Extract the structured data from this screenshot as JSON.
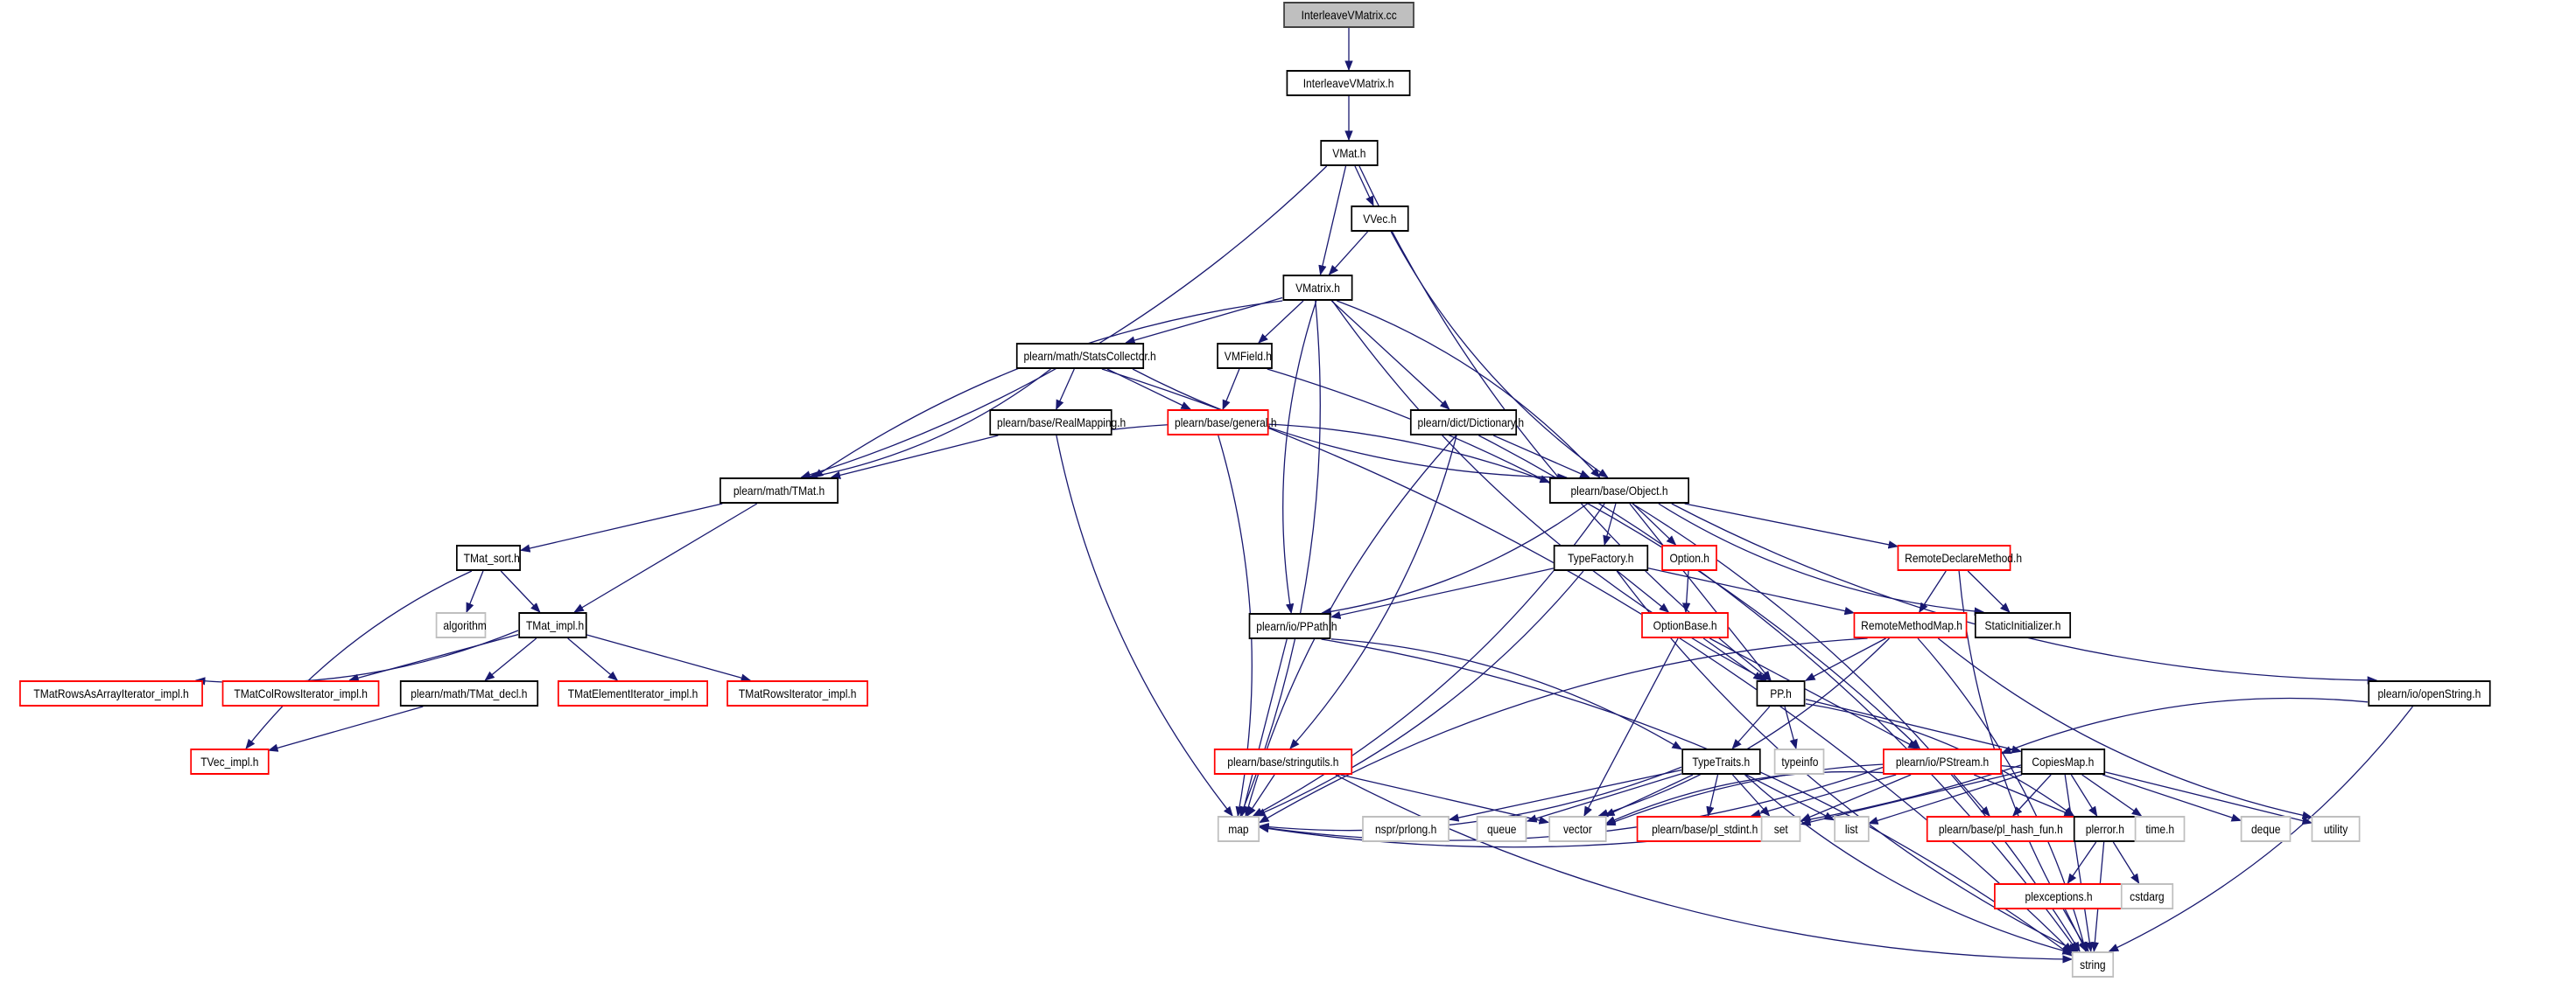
{
  "diagram": {
    "title": "Include dependency graph for InterleaveVMatrix.cc",
    "edge_color": "#191970",
    "legend_colors": {
      "root_fill": "#bfbfbf",
      "documented": "#000000",
      "undocumented": "#ff0000",
      "external": "#bfbfbf"
    },
    "nodes": [
      {
        "id": "root",
        "label": "InterleaveVMatrix.cc",
        "kind": "root"
      },
      {
        "id": "ivm_h",
        "label": "InterleaveVMatrix.h",
        "kind": "black"
      },
      {
        "id": "vmat",
        "label": "VMat.h",
        "kind": "black"
      },
      {
        "id": "vvec",
        "label": "VVec.h",
        "kind": "black"
      },
      {
        "id": "vmatrix",
        "label": "VMatrix.h",
        "kind": "black"
      },
      {
        "id": "stats",
        "label": "plearn/math/StatsCollector.h",
        "kind": "black"
      },
      {
        "id": "vmfield",
        "label": "VMField.h",
        "kind": "black"
      },
      {
        "id": "realmap",
        "label": "plearn/base/RealMapping.h",
        "kind": "black"
      },
      {
        "id": "general",
        "label": "plearn/base/general.h",
        "kind": "red"
      },
      {
        "id": "dict",
        "label": "plearn/dict/Dictionary.h",
        "kind": "black"
      },
      {
        "id": "tmat",
        "label": "plearn/math/TMat.h",
        "kind": "black"
      },
      {
        "id": "object",
        "label": "plearn/base/Object.h",
        "kind": "black"
      },
      {
        "id": "tmatsort",
        "label": "TMat_sort.h",
        "kind": "black"
      },
      {
        "id": "algorithm",
        "label": "algorithm",
        "kind": "gray"
      },
      {
        "id": "tmatimpl",
        "label": "TMat_impl.h",
        "kind": "black"
      },
      {
        "id": "rowsasarr",
        "label": "TMatRowsAsArrayIterator_impl.h",
        "kind": "red"
      },
      {
        "id": "colrows",
        "label": "TMatColRowsIterator_impl.h",
        "kind": "red"
      },
      {
        "id": "tmatdecl",
        "label": "plearn/math/TMat_decl.h",
        "kind": "black"
      },
      {
        "id": "elemiter",
        "label": "TMatElementIterator_impl.h",
        "kind": "red"
      },
      {
        "id": "rowsiter",
        "label": "TMatRowsIterator_impl.h",
        "kind": "red"
      },
      {
        "id": "tvecimpl",
        "label": "TVec_impl.h",
        "kind": "red"
      },
      {
        "id": "typefactory",
        "label": "TypeFactory.h",
        "kind": "black"
      },
      {
        "id": "option",
        "label": "Option.h",
        "kind": "red"
      },
      {
        "id": "rdm",
        "label": "RemoteDeclareMethod.h",
        "kind": "red"
      },
      {
        "id": "staticinit",
        "label": "StaticInitializer.h",
        "kind": "black"
      },
      {
        "id": "ppath",
        "label": "plearn/io/PPath.h",
        "kind": "black"
      },
      {
        "id": "optionbase",
        "label": "OptionBase.h",
        "kind": "red"
      },
      {
        "id": "rmm",
        "label": "RemoteMethodMap.h",
        "kind": "red"
      },
      {
        "id": "openstring",
        "label": "plearn/io/openString.h",
        "kind": "black"
      },
      {
        "id": "pp",
        "label": "PP.h",
        "kind": "black"
      },
      {
        "id": "stringutils",
        "label": "plearn/base/stringutils.h",
        "kind": "red"
      },
      {
        "id": "typetraits",
        "label": "TypeTraits.h",
        "kind": "black"
      },
      {
        "id": "typeinfo",
        "label": "typeinfo",
        "kind": "gray"
      },
      {
        "id": "pstream",
        "label": "plearn/io/PStream.h",
        "kind": "red"
      },
      {
        "id": "copiesmap",
        "label": "CopiesMap.h",
        "kind": "black"
      },
      {
        "id": "map",
        "label": "map",
        "kind": "gray"
      },
      {
        "id": "prlong",
        "label": "nspr/prlong.h",
        "kind": "gray"
      },
      {
        "id": "queue",
        "label": "queue",
        "kind": "gray"
      },
      {
        "id": "vector",
        "label": "vector",
        "kind": "gray"
      },
      {
        "id": "plstdint",
        "label": "plearn/base/pl_stdint.h",
        "kind": "red"
      },
      {
        "id": "set",
        "label": "set",
        "kind": "gray"
      },
      {
        "id": "list",
        "label": "list",
        "kind": "gray"
      },
      {
        "id": "hashfun",
        "label": "plearn/base/pl_hash_fun.h",
        "kind": "red"
      },
      {
        "id": "plerror",
        "label": "plerror.h",
        "kind": "black"
      },
      {
        "id": "timeh",
        "label": "time.h",
        "kind": "gray"
      },
      {
        "id": "deque",
        "label": "deque",
        "kind": "gray"
      },
      {
        "id": "utility",
        "label": "utility",
        "kind": "gray"
      },
      {
        "id": "plexceptions",
        "label": "plexceptions.h",
        "kind": "red"
      },
      {
        "id": "cstdarg",
        "label": "cstdarg",
        "kind": "gray"
      },
      {
        "id": "string",
        "label": "string",
        "kind": "gray"
      }
    ],
    "edges": [
      [
        "root",
        "ivm_h"
      ],
      [
        "ivm_h",
        "vmat"
      ],
      [
        "vmat",
        "vvec"
      ],
      [
        "vmat",
        "vmatrix"
      ],
      [
        "vmat",
        "tmat"
      ],
      [
        "vmat",
        "pp"
      ],
      [
        "vvec",
        "vmatrix"
      ],
      [
        "vvec",
        "object"
      ],
      [
        "vmatrix",
        "stats"
      ],
      [
        "vmatrix",
        "vmfield"
      ],
      [
        "vmatrix",
        "dict"
      ],
      [
        "vmatrix",
        "tmat"
      ],
      [
        "vmatrix",
        "object"
      ],
      [
        "vmatrix",
        "ppath"
      ],
      [
        "vmatrix",
        "map"
      ],
      [
        "vmatrix",
        "pp"
      ],
      [
        "stats",
        "realmap"
      ],
      [
        "stats",
        "general"
      ],
      [
        "stats",
        "tmat"
      ],
      [
        "stats",
        "object"
      ],
      [
        "stats",
        "string"
      ],
      [
        "vmfield",
        "general"
      ],
      [
        "vmfield",
        "pstream"
      ],
      [
        "realmap",
        "tmat"
      ],
      [
        "realmap",
        "object"
      ],
      [
        "realmap",
        "map"
      ],
      [
        "general",
        "map"
      ],
      [
        "dict",
        "object"
      ],
      [
        "dict",
        "stringutils"
      ],
      [
        "dict",
        "map"
      ],
      [
        "dict",
        "string"
      ],
      [
        "tmat",
        "tmatsort"
      ],
      [
        "tmat",
        "tmatimpl"
      ],
      [
        "tmatsort",
        "algorithm"
      ],
      [
        "tmatsort",
        "tmatimpl"
      ],
      [
        "tmatsort",
        "tvecimpl"
      ],
      [
        "tmatimpl",
        "rowsasarr"
      ],
      [
        "tmatimpl",
        "colrows"
      ],
      [
        "tmatimpl",
        "tmatdecl"
      ],
      [
        "tmatimpl",
        "elemiter"
      ],
      [
        "tmatimpl",
        "rowsiter"
      ],
      [
        "tmatdecl",
        "tvecimpl"
      ],
      [
        "object",
        "typefactory"
      ],
      [
        "object",
        "option"
      ],
      [
        "object",
        "rdm"
      ],
      [
        "object",
        "staticinit"
      ],
      [
        "object",
        "ppath"
      ],
      [
        "object",
        "pp"
      ],
      [
        "object",
        "map"
      ],
      [
        "object",
        "openstring"
      ],
      [
        "object",
        "string"
      ],
      [
        "typefactory",
        "ppath"
      ],
      [
        "typefactory",
        "optionbase"
      ],
      [
        "typefactory",
        "rmm"
      ],
      [
        "typefactory",
        "map"
      ],
      [
        "typefactory",
        "string"
      ],
      [
        "option",
        "optionbase"
      ],
      [
        "rdm",
        "rmm"
      ],
      [
        "rdm",
        "staticinit"
      ],
      [
        "rdm",
        "string"
      ],
      [
        "ppath",
        "typetraits"
      ],
      [
        "ppath",
        "map"
      ],
      [
        "ppath",
        "string"
      ],
      [
        "optionbase",
        "pp"
      ],
      [
        "optionbase",
        "pstream"
      ],
      [
        "optionbase",
        "vector"
      ],
      [
        "rmm",
        "pp"
      ],
      [
        "rmm",
        "map"
      ],
      [
        "rmm",
        "vector"
      ],
      [
        "rmm",
        "utility"
      ],
      [
        "rmm",
        "string"
      ],
      [
        "openstring",
        "pstream"
      ],
      [
        "openstring",
        "string"
      ],
      [
        "pp",
        "typetraits"
      ],
      [
        "pp",
        "typeinfo"
      ],
      [
        "pp",
        "copiesmap"
      ],
      [
        "pp",
        "plerror"
      ],
      [
        "stringutils",
        "map"
      ],
      [
        "stringutils",
        "vector"
      ],
      [
        "stringutils",
        "string"
      ],
      [
        "typetraits",
        "map"
      ],
      [
        "typetraits",
        "prlong"
      ],
      [
        "typetraits",
        "queue"
      ],
      [
        "typetraits",
        "vector"
      ],
      [
        "typetraits",
        "plstdint"
      ],
      [
        "typetraits",
        "set"
      ],
      [
        "typetraits",
        "list"
      ],
      [
        "typetraits",
        "string"
      ],
      [
        "pstream",
        "map"
      ],
      [
        "pstream",
        "vector"
      ],
      [
        "pstream",
        "plstdint"
      ],
      [
        "pstream",
        "set"
      ],
      [
        "pstream",
        "hashfun"
      ],
      [
        "pstream",
        "plerror"
      ],
      [
        "copiesmap",
        "map"
      ],
      [
        "copiesmap",
        "vector"
      ],
      [
        "copiesmap",
        "set"
      ],
      [
        "copiesmap",
        "list"
      ],
      [
        "copiesmap",
        "hashfun"
      ],
      [
        "copiesmap",
        "plerror"
      ],
      [
        "copiesmap",
        "timeh"
      ],
      [
        "copiesmap",
        "deque"
      ],
      [
        "copiesmap",
        "utility"
      ],
      [
        "copiesmap",
        "string"
      ],
      [
        "plerror",
        "plexceptions"
      ],
      [
        "plerror",
        "cstdarg"
      ],
      [
        "plerror",
        "string"
      ],
      [
        "plexceptions",
        "string"
      ]
    ]
  }
}
